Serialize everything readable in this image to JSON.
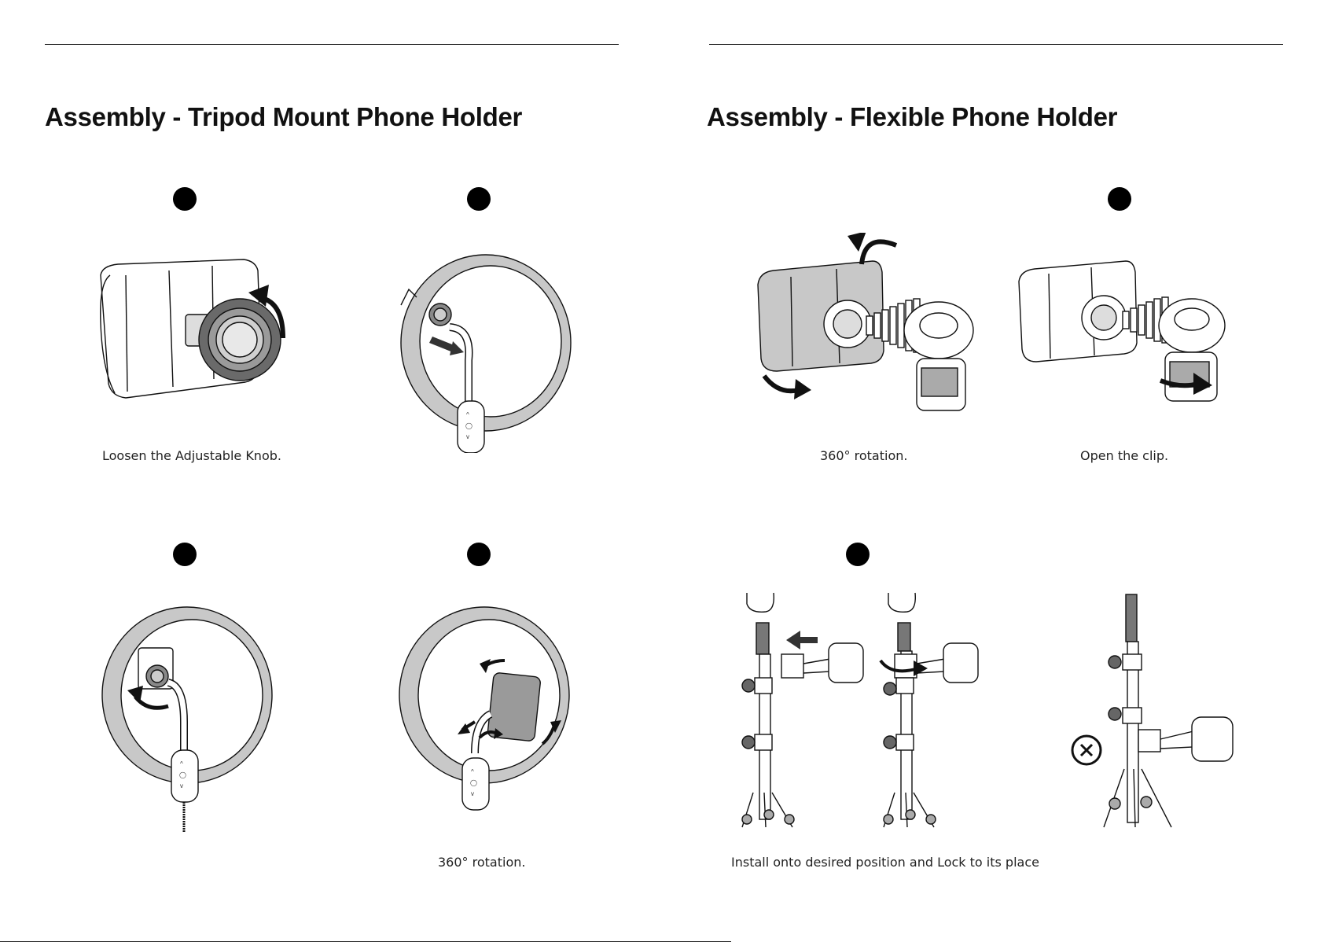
{
  "left_page": {
    "title": "Assembly - Tripod Mount Phone Holder",
    "steps": [
      {
        "caption": "Loosen the Adjustable Knob.",
        "icon": "phone-holder-knob-illustration"
      },
      {
        "caption": "",
        "icon": "ring-light-attach-illustration"
      },
      {
        "caption": "",
        "icon": "ring-light-tighten-illustration"
      },
      {
        "caption": "360° rotation.",
        "icon": "ring-light-rotation-illustration"
      }
    ]
  },
  "right_page": {
    "title": "Assembly - Flexible Phone Holder",
    "steps": [
      {
        "caption": "360° rotation.",
        "icon": "flexible-holder-rotation-illustration"
      },
      {
        "caption": "Open the clip.",
        "icon": "flexible-holder-open-clip-illustration"
      },
      {
        "caption": "Install onto desired position and Lock to its place",
        "icon": "tripod-pole-install-illustration"
      }
    ]
  },
  "colors": {
    "ink": "#111111",
    "fill_gray": "#c8c8c8",
    "dark_gray": "#555555"
  }
}
